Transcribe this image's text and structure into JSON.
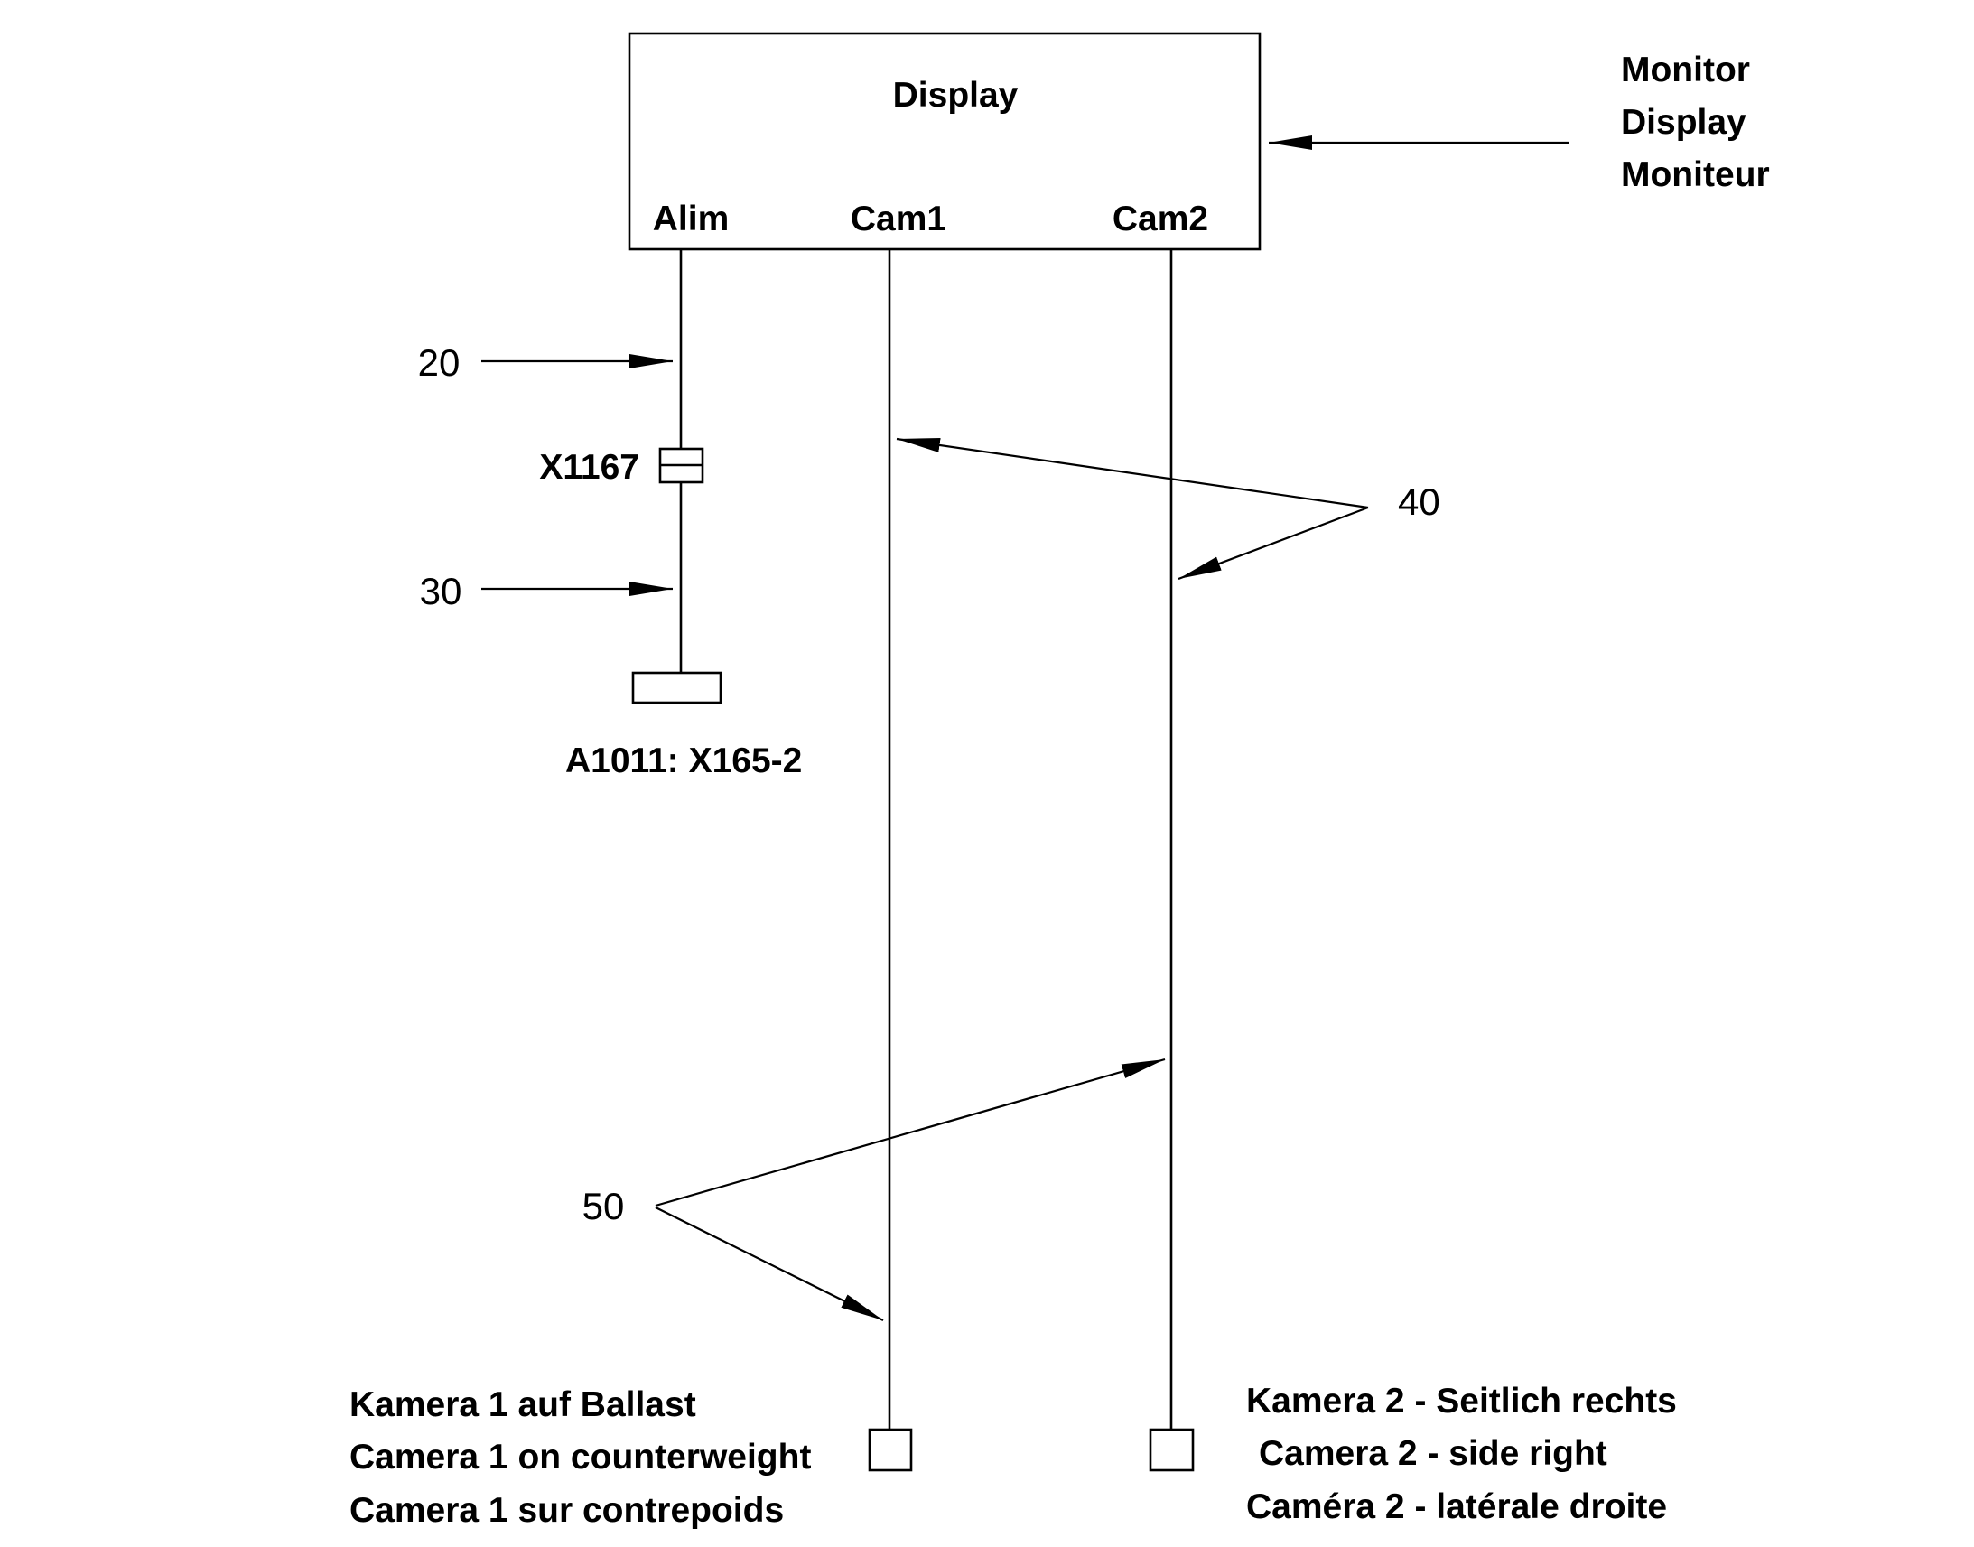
{
  "display_box": {
    "title": "Display",
    "ports": {
      "alim": "Alim",
      "cam1": "Cam1",
      "cam2": "Cam2"
    }
  },
  "monitor_label": {
    "lines": [
      "Monitor",
      "Display",
      "Moniteur"
    ]
  },
  "connector_label": "X1167",
  "terminal_label": "A1011: X165-2",
  "callouts": {
    "c20": "20",
    "c30": "30",
    "c40": "40",
    "c50": "50"
  },
  "camera1_label": {
    "lines": [
      "Kamera 1 auf Ballast",
      "Camera 1 on counterweight",
      "Camera 1 sur contrepoids"
    ]
  },
  "camera2_label": {
    "lines": [
      "Kamera 2 - Seitlich rechts",
      "Camera 2 - side right",
      "Caméra 2 - latérale droite"
    ]
  }
}
